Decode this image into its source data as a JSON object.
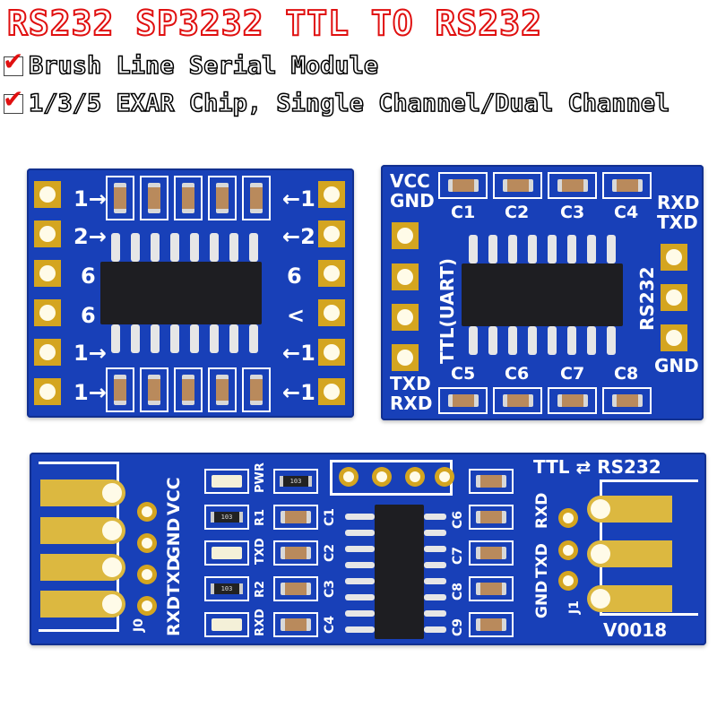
{
  "headline": "RS232 SP3232 TTL TO RS232",
  "features": [
    {
      "label": "Brush Line Serial Module",
      "checked": true
    },
    {
      "label": "1/3/5 EXAR Chip, Single Channel/Dual Channel",
      "checked": true
    }
  ],
  "colors": {
    "headline_outline": "#e01010",
    "pcb_blue": "#1840b8",
    "pad_gold": "#d4a520",
    "check_red": "#e01010"
  },
  "module_a": {
    "left_marks": [
      "1→",
      "2→",
      "6",
      "6",
      "1→",
      "1→"
    ],
    "right_marks": [
      "←1",
      "←2",
      "6",
      "<",
      "←1",
      "←1"
    ],
    "pin_count": 12,
    "capacitor_count": 10
  },
  "module_b": {
    "top_left_labels": [
      "VCC",
      "GND"
    ],
    "top_right_labels": [
      "RXD",
      "TXD"
    ],
    "bottom_left_labels": [
      "TXD",
      "RXD"
    ],
    "bottom_right_label": "GND",
    "left_vertical": "TTL(UART)",
    "right_vertical": "RS232",
    "capacitors_top": [
      "C1",
      "C2",
      "C3",
      "C4"
    ],
    "capacitors_bottom": [
      "C5",
      "C6",
      "C7",
      "C8"
    ]
  },
  "module_c": {
    "left_pin_labels": [
      "VCC",
      "GND",
      "TXD",
      "RXD"
    ],
    "left_connector": "J0",
    "indicator_labels": [
      "PWR",
      "R1",
      "TXD",
      "R2",
      "RXD"
    ],
    "resistor_code": "103",
    "cap_labels_left": [
      "C1",
      "C2",
      "C3",
      "C4"
    ],
    "cap_labels_right": [
      "C6",
      "C7",
      "C8",
      "C9"
    ],
    "direction_label": "TTL ⇄ RS232",
    "right_pin_labels": [
      "RXD",
      "TXD",
      "GND"
    ],
    "right_connector": "J1",
    "version": "V0018"
  }
}
